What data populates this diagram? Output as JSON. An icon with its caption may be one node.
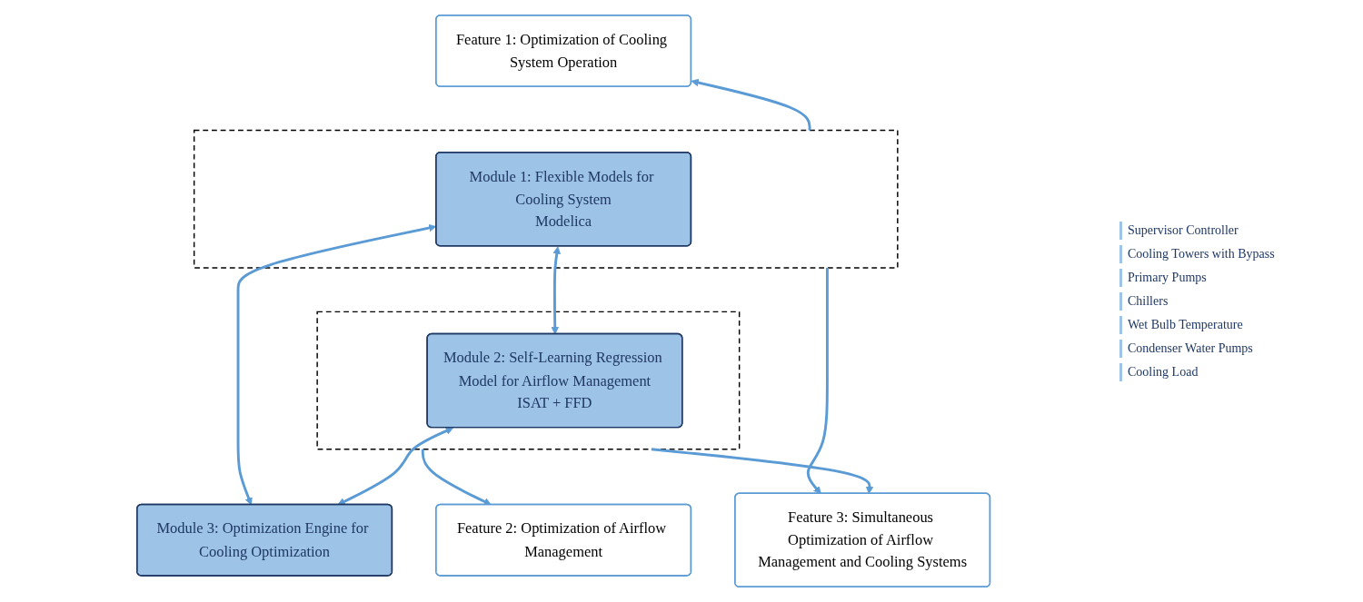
{
  "diagram": {
    "nodes": [
      {
        "text": [
          "Feature 1: Optimization of Cooling System Operation"
        ]
      },
      {
        "text": [
          "Feature 2: Optimization of Airflow Management"
        ]
      },
      {
        "text": [],
        "shape": "box"
      },
      {
        "text": [
          "Module 1: Flexible Models for Cooling System",
          "Modelica"
        ],
        "in": 2
      },
      {
        "text": [],
        "shape": "box"
      },
      {
        "text": [
          "Module 2: Self-Learning Regression Model for Airflow Management",
          "ISAT + FFD"
        ],
        "in": 4
      },
      {
        "text": [
          "Module 3: Optimization Engine for Cooling Optimization"
        ]
      },
      {
        "text": [
          "Feature 3: Simultaneous Optimization of Airflow Management and Cooling Systems"
        ]
      }
    ],
    "edges": [
      {
        "from": 2,
        "to": 0,
        "arrow": "to"
      },
      {
        "from": 4,
        "to": 1,
        "arrow": "to"
      },
      {
        "from": 3,
        "to": 5,
        "arrow": "both"
      },
      {
        "from": 3,
        "to": 6,
        "arrow": "both"
      },
      {
        "from": 5,
        "to": 6,
        "arrow": "both"
      },
      {
        "from": 2,
        "to": 7,
        "arrow": "to"
      },
      {
        "from": 4,
        "to": 7,
        "arrow": "to"
      }
    ],
    "labels": [
      "Supervisor Controller",
      "Cooling Towers with Bypass",
      "Primary Pumps",
      "Chillers",
      "Wet Bulb Temperature",
      "Condenser Water Pumps",
      "Cooling Load"
    ]
  }
}
